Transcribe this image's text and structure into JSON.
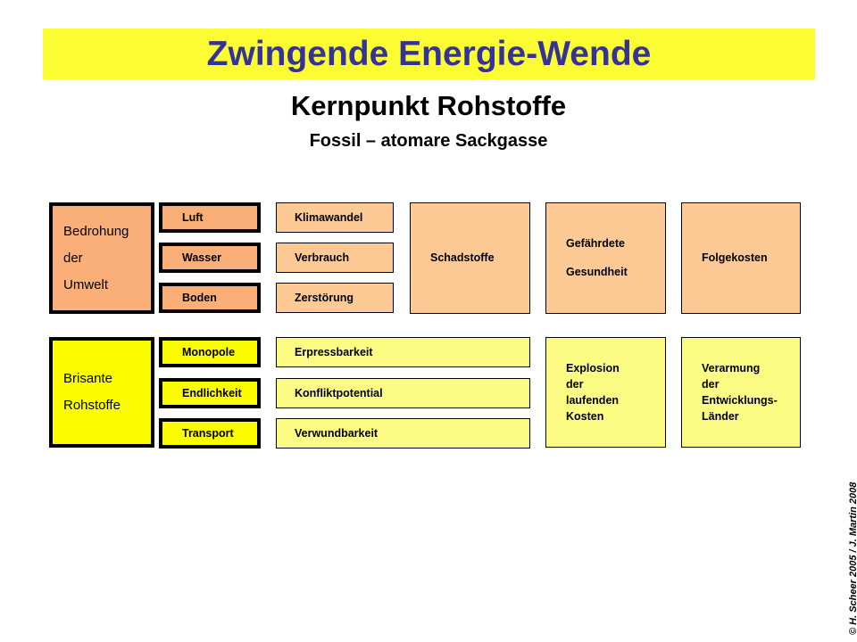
{
  "header": {
    "title": "Zwingende Energie-Wende",
    "subtitle": "Kernpunkt Rohstoffe",
    "subsubtitle": "Fossil – atomare Sackgasse",
    "banner_color": "#fcfc32",
    "title_color": "#333399"
  },
  "colors": {
    "salmon": "#fbaf78",
    "peach": "#fdca96",
    "yellow": "#fcfc00",
    "light_yellow": "#fcfc84",
    "border": "#000000",
    "text": "#000000"
  },
  "rows": [
    {
      "name": "umwelt",
      "category": {
        "lines": [
          "Bedrohung",
          "der",
          "Umwelt"
        ]
      },
      "drivers": [
        {
          "label": "Luft"
        },
        {
          "label": "Wasser"
        },
        {
          "label": "Boden"
        }
      ],
      "effects": [
        {
          "label": "Klimawandel"
        },
        {
          "label": "Verbrauch"
        },
        {
          "label": "Zerstörung"
        }
      ],
      "consequences": [
        {
          "lines": [
            "Schadstoffe"
          ]
        },
        {
          "lines": [
            "Gefährdete",
            "Gesundheit"
          ]
        },
        {
          "lines": [
            "Folgekosten"
          ]
        }
      ]
    },
    {
      "name": "rohstoffe",
      "category": {
        "lines": [
          "Brisante",
          "Rohstoffe"
        ]
      },
      "drivers": [
        {
          "label": "Monopole"
        },
        {
          "label": "Endlichkeit"
        },
        {
          "label": "Transport"
        }
      ],
      "effects": [
        {
          "label": "Erpressbarkeit"
        },
        {
          "label": "Konfliktpotential"
        },
        {
          "label": "Verwundbarkeit"
        }
      ],
      "consequences": [
        {
          "lines": [
            "Explosion",
            "der",
            "laufenden",
            "Kosten"
          ]
        },
        {
          "lines": [
            "Verarmung",
            "der",
            "Entwicklungs-",
            "Länder"
          ]
        }
      ]
    }
  ],
  "footer": {
    "copyright": "© H. Scheer 2005 / J. Martin 2008"
  }
}
